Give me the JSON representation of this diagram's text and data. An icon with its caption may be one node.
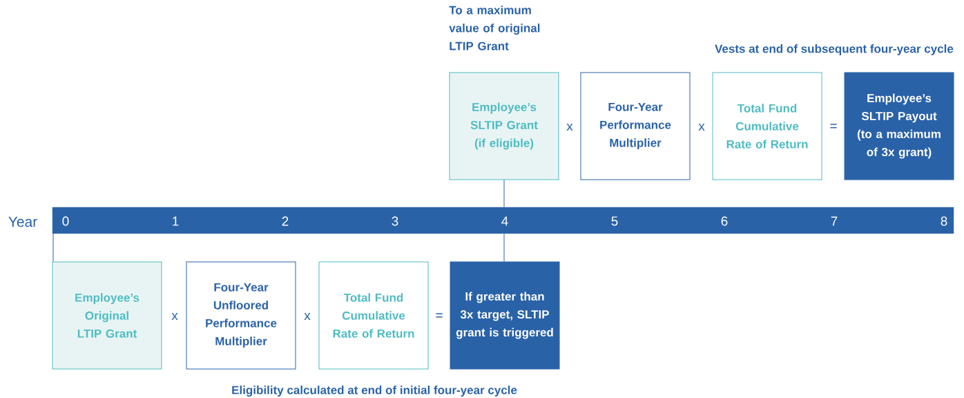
{
  "diagram": {
    "nodes": [
      {
        "text": [
          "Employee’s SLTIP Grant (if eligible)"
        ],
        "beside": [
          "To a maximum value of original LTIP Grant"
        ]
      },
      {
        "text": [
          "Four-Year Performance Multiplier"
        ]
      },
      {
        "text": [
          "Total Fund Cumulative Rate of Return"
        ]
      },
      {
        "text": [
          "Employee’s SLTIP Payout (to a maximum of 3x grant)"
        ]
      },
      {
        "text": [
          "0",
          "1",
          "2",
          "3",
          "4",
          "5",
          "6",
          "7",
          "8"
        ]
      },
      {
        "text": [
          "Employee’s Original LTIP Grant"
        ]
      },
      {
        "text": [
          "Four-Year Unfloored Performance Multiplier"
        ]
      },
      {
        "text": [
          "Total Fund Cumulative Rate of Return"
        ]
      },
      {
        "text": [
          "If greater than 3x target, SLTIP grant is triggered"
        ]
      }
    ],
    "edges": [
      {
        "from": 0,
        "to": 4,
        "arrow": "none"
      },
      {
        "from": 4,
        "to": 8,
        "arrow": "none"
      },
      {
        "from": 4,
        "to": 5,
        "arrow": "none"
      }
    ],
    "labels": [
      "Vests at end of subsequent four-year cycle",
      "x",
      "x",
      "=",
      "Year",
      "x",
      "x",
      "=",
      "Eligibility calculated at end of initial four-year cycle"
    ]
  }
}
